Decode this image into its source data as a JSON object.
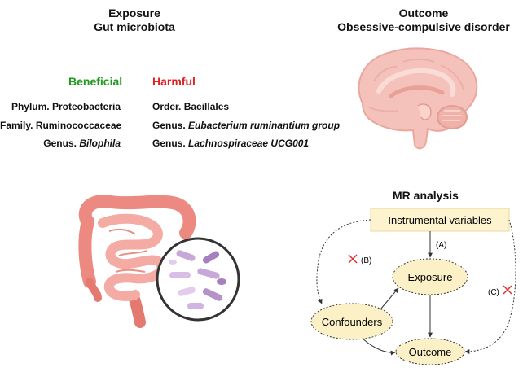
{
  "exposure": {
    "title": "Exposure",
    "subtitle": "Gut microbiota"
  },
  "outcome": {
    "title": "Outcome",
    "subtitle": "Obsessive-compulsive disorder"
  },
  "beneficial": {
    "label": "Beneficial",
    "color": "#1e9b1e",
    "items": [
      {
        "rank": "Phylum.",
        "name": "Proteobacteria"
      },
      {
        "rank": "Family.",
        "name": "Ruminococcaceae"
      },
      {
        "rank": "Genus.",
        "name": "Bilophila"
      }
    ]
  },
  "harmful": {
    "label": "Harmful",
    "color": "#e02020",
    "items": [
      {
        "rank": "Order.",
        "name": "Bacillales"
      },
      {
        "rank": "Genus.",
        "name": "Eubacterium ruminantium group"
      },
      {
        "rank": "Genus.",
        "name": "Lachnospiraceae UCG001"
      }
    ]
  },
  "mr": {
    "title": "MR analysis",
    "instrumental": "Instrumental variables",
    "exposure_node": "Exposure",
    "confounders_node": "Confounders",
    "outcome_node": "Outcome",
    "path_a": "(A)",
    "path_b": "(B)",
    "path_c": "(C)",
    "node_fill": "#fbf0c6",
    "box_fill": "#fdf3cf",
    "cross_color": "#e03030"
  },
  "icons": [
    "brain-illustration",
    "intestine-illustration",
    "microbe-magnifier-illustration"
  ]
}
